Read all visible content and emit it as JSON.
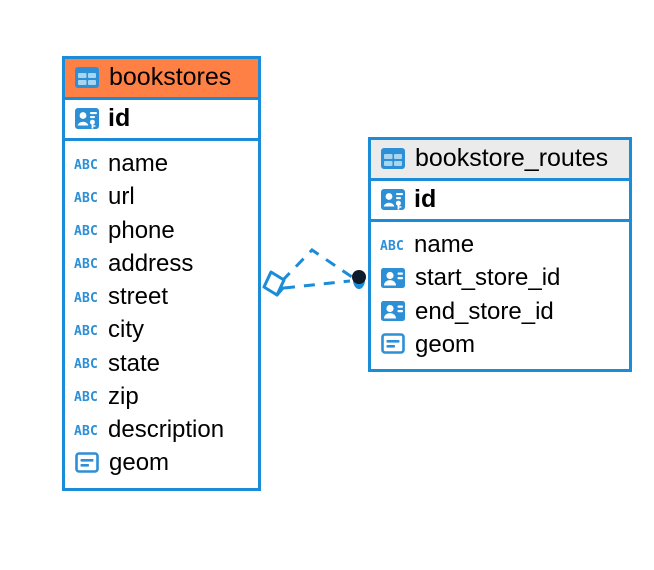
{
  "diagram": {
    "type": "entity-relationship-diagram",
    "background": "#ffffff",
    "accent_color": "#1a8cd8",
    "selected_color": "#ff8044",
    "header_color": "#ebebeb",
    "text_color": "#000000"
  },
  "entities": [
    {
      "name": "bookstores",
      "selected": true,
      "table_icon": "table-icon",
      "primary_key": {
        "label": "id",
        "icon": "primary-key-icon",
        "type": "pk"
      },
      "fields": [
        {
          "label": "name",
          "icon": "abc-text-icon",
          "type": "text"
        },
        {
          "label": "url",
          "icon": "abc-text-icon",
          "type": "text"
        },
        {
          "label": "phone",
          "icon": "abc-text-icon",
          "type": "text"
        },
        {
          "label": "address",
          "icon": "abc-text-icon",
          "type": "text"
        },
        {
          "label": "street",
          "icon": "abc-text-icon",
          "type": "text"
        },
        {
          "label": "city",
          "icon": "abc-text-icon",
          "type": "text"
        },
        {
          "label": "state",
          "icon": "abc-text-icon",
          "type": "text"
        },
        {
          "label": "zip",
          "icon": "abc-text-icon",
          "type": "text"
        },
        {
          "label": "description",
          "icon": "abc-text-icon",
          "type": "text"
        },
        {
          "label": "geom",
          "icon": "geometry-icon",
          "type": "geometry"
        }
      ]
    },
    {
      "name": "bookstore_routes",
      "selected": false,
      "table_icon": "table-icon",
      "primary_key": {
        "label": "id",
        "icon": "primary-key-icon",
        "type": "pk"
      },
      "fields": [
        {
          "label": "name",
          "icon": "abc-text-icon",
          "type": "text"
        },
        {
          "label": "start_store_id",
          "icon": "foreign-key-icon",
          "type": "fk"
        },
        {
          "label": "end_store_id",
          "icon": "foreign-key-icon",
          "type": "fk"
        },
        {
          "label": "geom",
          "icon": "geometry-icon",
          "type": "geometry"
        }
      ]
    }
  ],
  "relationship": {
    "from_entity": "bookstores",
    "to_entity": "bookstore_routes",
    "source_marker": "diamond-marker",
    "target_marker": "filled-dot-marker",
    "line_style": "dashed",
    "line_color": "#1a8cd8"
  }
}
